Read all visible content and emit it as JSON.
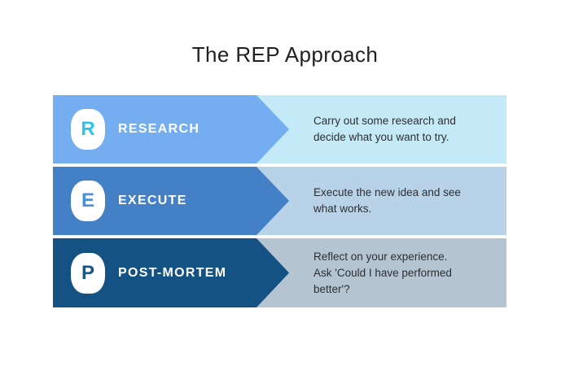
{
  "title": "The REP Approach",
  "diagram": {
    "rows": [
      {
        "letter": "R",
        "label": "RESEARCH",
        "desc_lines": [
          "Carry out some research and",
          "decide what you want to try."
        ],
        "arrow_color": "#74AEF0",
        "panel_color": "#C4EAF7",
        "letter_color": "#2BC4E8"
      },
      {
        "letter": "E",
        "label": "EXECUTE",
        "desc_lines": [
          "Execute the new idea and see",
          "what works."
        ],
        "arrow_color": "#4480C5",
        "panel_color": "#B8D3E8",
        "letter_color": "#4A90D9"
      },
      {
        "letter": "P",
        "label": "POST-MORTEM",
        "desc_lines": [
          "Reflect on your experience.",
          "Ask 'Could I have performed",
          "better'?"
        ],
        "arrow_color": "#155284",
        "panel_color": "#B4C4D1",
        "letter_color": "#1A5384"
      }
    ]
  }
}
